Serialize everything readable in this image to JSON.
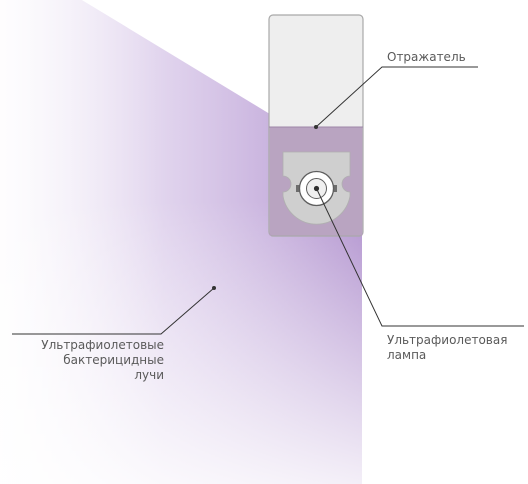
{
  "labels": {
    "reflector": "Отражатель",
    "lamp": [
      "Ультрафиолетовая",
      "лампа"
    ],
    "rays": [
      "Ультрафиолетовые",
      "бактерицидные",
      "лучи"
    ]
  },
  "colors": {
    "beam": "#9f79c3",
    "housing_fill": "#eeeeee",
    "housing_stroke": "#a9a9a9",
    "lower_section": "#b49dbd",
    "shield": "#cfcfcf",
    "leader_line": "#333333",
    "text": "#5a5a5a"
  }
}
